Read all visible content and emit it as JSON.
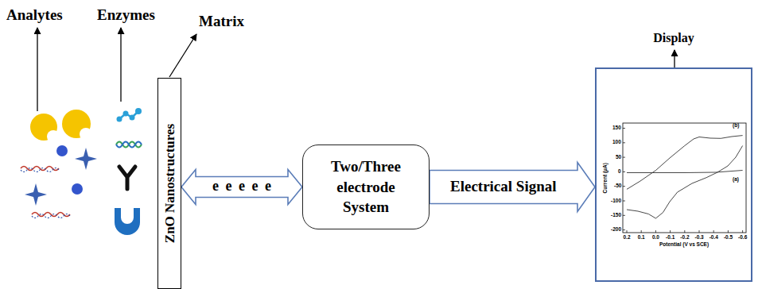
{
  "diagram": {
    "nodes": [
      {
        "text": [
          "ZnO Nanostructures"
        ]
      },
      {
        "text": [
          "Two/Three electrode System"
        ]
      },
      {
        "text": [
          "Display"
        ]
      }
    ],
    "edges": [
      {
        "from": 0,
        "to": 1,
        "arrow": "both",
        "label": "e e e e e"
      },
      {
        "from": 1,
        "to": 2,
        "arrow": "to",
        "label": "Electrical Signal"
      }
    ],
    "labels": [
      "Analytes",
      "Enzymes",
      "Matrix",
      "150",
      "100",
      "50",
      "0",
      "-50",
      "-100",
      "-150",
      "-200",
      "0.2",
      "0.1",
      "0.0",
      "-0.1",
      "-0.2",
      "-0.3",
      "-0.4",
      "-0.5",
      "-0.6",
      "Current (μA)",
      "Potential (V vs SCE)",
      "(b)",
      "(a)"
    ]
  }
}
